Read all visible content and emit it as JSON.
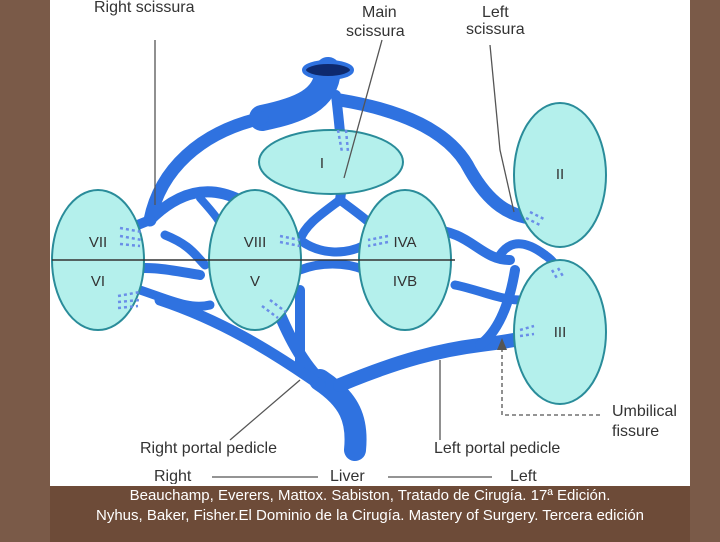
{
  "labels": {
    "right_scissura": "Right scissura",
    "main_scissura_1": "Main",
    "main_scissura_2": "scissura",
    "left_scissura_1": "Left",
    "left_scissura_2": "scissura",
    "umbilical_1": "Umbilical",
    "umbilical_2": "fissure",
    "right_portal": "Right portal pedicle",
    "left_portal": "Left portal pedicle",
    "axis_right": "Right",
    "axis_liver": "Liver",
    "axis_left": "Left"
  },
  "segments": {
    "I": "I",
    "II": "II",
    "III": "III",
    "IVA": "IVA",
    "IVB": "IVB",
    "V": "V",
    "VI": "VI",
    "VII": "VII",
    "VIII": "VIII"
  },
  "caption": {
    "line1": "Beauchamp, Everers, Mattox. Sabiston, Tratado de Cirugía. 17ª Edición.",
    "line2": "Nyhus, Baker, Fisher.El Dominio de la Cirugía. Mastery of Surgery. Tercera edición"
  },
  "colors": {
    "vessel": "#2f72e0",
    "segment_fill": "#b4f0ec",
    "segment_stroke": "#2a8c9a",
    "background": "#7a5a48",
    "caption_bg": "#6d4b38"
  }
}
